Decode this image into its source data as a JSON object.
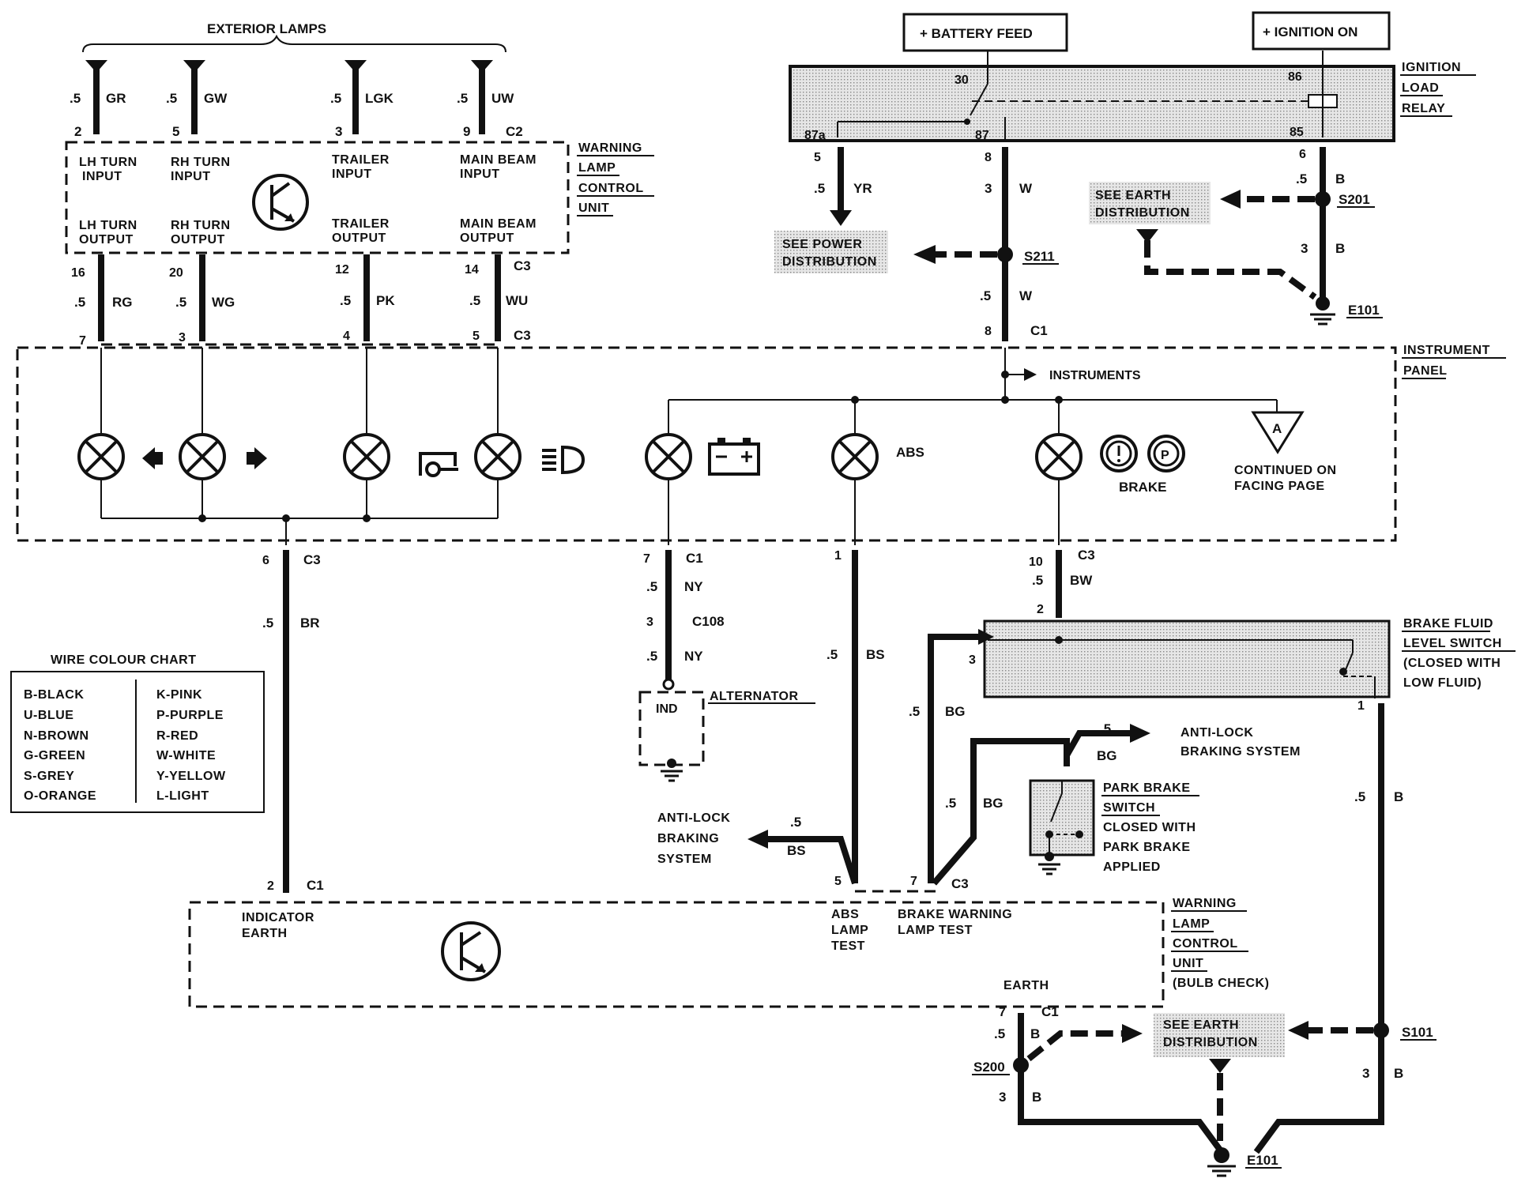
{
  "labels": {
    "exterior_lamps": "EXTERIOR LAMPS",
    "battery_feed": "+ BATTERY FEED",
    "ignition_on": "+ IGNITION ON",
    "ignition_load_relay": [
      "IGNITION",
      "LOAD",
      "RELAY"
    ],
    "warning_lamp_control_unit_top": [
      "WARNING",
      "LAMP",
      "CONTROL",
      "UNIT"
    ],
    "instrument_panel": [
      "INSTRUMENT",
      "PANEL"
    ],
    "instruments": "INSTRUMENTS",
    "see_power_distribution": [
      "SEE POWER",
      "DISTRIBUTION"
    ],
    "see_earth_distribution": [
      "SEE EARTH",
      "DISTRIBUTION"
    ],
    "alternator": "ALTERNATOR",
    "ind": "IND",
    "abs": "ABS",
    "brake": "BRAKE",
    "continued": [
      "CONTINUED ON",
      "FACING PAGE"
    ],
    "connector_a": "A",
    "brake_fluid": [
      "BRAKE FLUID",
      "LEVEL SWITCH",
      "(CLOSED WITH",
      "LOW FLUID)"
    ],
    "anti_lock_right": [
      "ANTI-LOCK",
      "BRAKING SYSTEM"
    ],
    "anti_lock_left": [
      "ANTI-LOCK",
      "BRAKING",
      "SYSTEM"
    ],
    "park_brake": [
      "PARK BRAKE",
      "SWITCH",
      "CLOSED WITH",
      "PARK BRAKE",
      "APPLIED"
    ],
    "indicator_earth": [
      "INDICATOR",
      "EARTH"
    ],
    "abs_lamp_test": [
      "ABS",
      "LAMP",
      "TEST"
    ],
    "brake_warning_lamp_test": [
      "BRAKE WARNING",
      "LAMP TEST"
    ],
    "earth": "EARTH",
    "wlcu_bottom": [
      "WARNING",
      "LAMP",
      "CONTROL",
      "UNIT",
      "(BULB CHECK)"
    ],
    "e101": "E101",
    "s201": "S201",
    "s211": "S211",
    "s101": "S101",
    "s200": "S200",
    "c1": "C1",
    "c2": "C2",
    "c3": "C3",
    "c108": "C108"
  },
  "wlcu_inputs": [
    "LH TURN",
    "INPUT",
    "RH TURN",
    "INPUT",
    "TRAILER",
    "INPUT",
    "MAIN BEAM",
    "INPUT"
  ],
  "wlcu_outputs": [
    "LH TURN",
    "OUTPUT",
    "RH TURN",
    "OUTPUT",
    "TRAILER",
    "OUTPUT",
    "MAIN BEAM",
    "OUTPUT"
  ],
  "ext_wires": [
    {
      "size": ".5",
      "color": "GR",
      "pin": "2"
    },
    {
      "size": ".5",
      "color": "GW",
      "pin": "5"
    },
    {
      "size": ".5",
      "color": "LGK",
      "pin": "3"
    },
    {
      "size": ".5",
      "color": "UW",
      "pin": "9"
    }
  ],
  "out_wires": [
    {
      "size": ".5",
      "color": "RG",
      "pin_top": "16",
      "pin_bot": "7"
    },
    {
      "size": ".5",
      "color": "WG",
      "pin_top": "20",
      "pin_bot": "3"
    },
    {
      "size": ".5",
      "color": "PK",
      "pin_top": "12",
      "pin_bot": "4"
    },
    {
      "size": ".5",
      "color": "WU",
      "pin_top": "14",
      "pin_bot": "5"
    }
  ],
  "relay_pins": {
    "p30": "30",
    "p86": "86",
    "p87a": "87a",
    "p87": "87",
    "p85": "85"
  },
  "wires": {
    "yr": {
      "pin": "5",
      "size": ".5",
      "color": "YR"
    },
    "w_top": {
      "pin": "8",
      "size": "3",
      "color": "W"
    },
    "w_mid": {
      "size": ".5",
      "color": "W",
      "pin": "8"
    },
    "b_relay": {
      "pin": "6",
      "size": ".5",
      "color": "B"
    },
    "b_3": {
      "size": "3",
      "color": "B"
    },
    "br": {
      "pin": "6",
      "size": ".5",
      "color": "BR",
      "pin_bot": "2"
    },
    "ny1": {
      "pin": "7",
      "size": ".5",
      "color": "NY"
    },
    "ny2": {
      "pin": "3",
      "size": ".5",
      "color": "NY"
    },
    "bs": {
      "pin": "1",
      "size": ".5",
      "color": "BS"
    },
    "bw": {
      "pin": "10",
      "size": ".5",
      "color": "BW",
      "pin_bot": "2"
    },
    "bg1": {
      "size": ".5",
      "color": "BG",
      "pin": "3"
    },
    "bg2": {
      "size": ".5",
      "color": "BG"
    },
    "bg3": {
      "size": ".5",
      "color": "BG"
    },
    "bs_left": {
      "size": ".5",
      "color": "BS",
      "pin": "5"
    },
    "pin7": "7",
    "b_right": {
      "pin": "1",
      "size": ".5",
      "color": "B"
    },
    "b_bottom_left": {
      "pin": "7",
      "size": ".5",
      "color": "B",
      "size2": "3"
    },
    "b_bottom_right": {
      "size": "3",
      "color": "B"
    }
  },
  "colour_chart": {
    "title": "WIRE COLOUR CHART",
    "left": [
      "B-BLACK",
      "U-BLUE",
      "N-BROWN",
      "G-GREEN",
      "S-GREY",
      "O-ORANGE"
    ],
    "right": [
      "K-PINK",
      "P-PURPLE",
      "R-RED",
      "W-WHITE",
      "Y-YELLOW",
      "L-LIGHT"
    ]
  }
}
